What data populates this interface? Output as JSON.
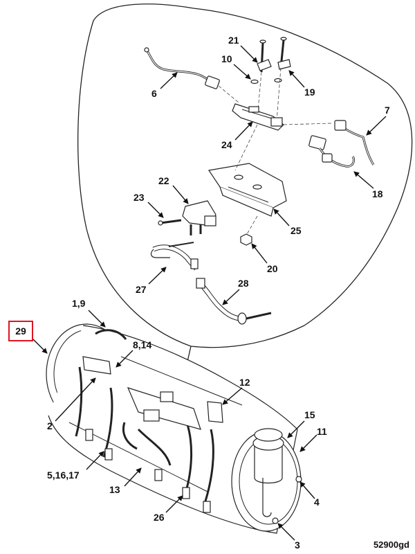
{
  "labels": {
    "l21": "21",
    "l10": "10",
    "l19": "19",
    "l6": "6",
    "l7": "7",
    "l24": "24",
    "l18": "18",
    "l22": "22",
    "l23": "23",
    "l25": "25",
    "l20": "20",
    "l27": "27",
    "l28": "28",
    "l1_9": "1,9",
    "l29": "29",
    "l8_14": "8,14",
    "l12": "12",
    "l2": "2",
    "l15": "15",
    "l11": "11",
    "l5_16_17": "5,16,17",
    "l13": "13",
    "l4": "4",
    "l26": "26",
    "l3": "3"
  },
  "figure_id": "52900gd",
  "highlight_color": "#e0141e"
}
